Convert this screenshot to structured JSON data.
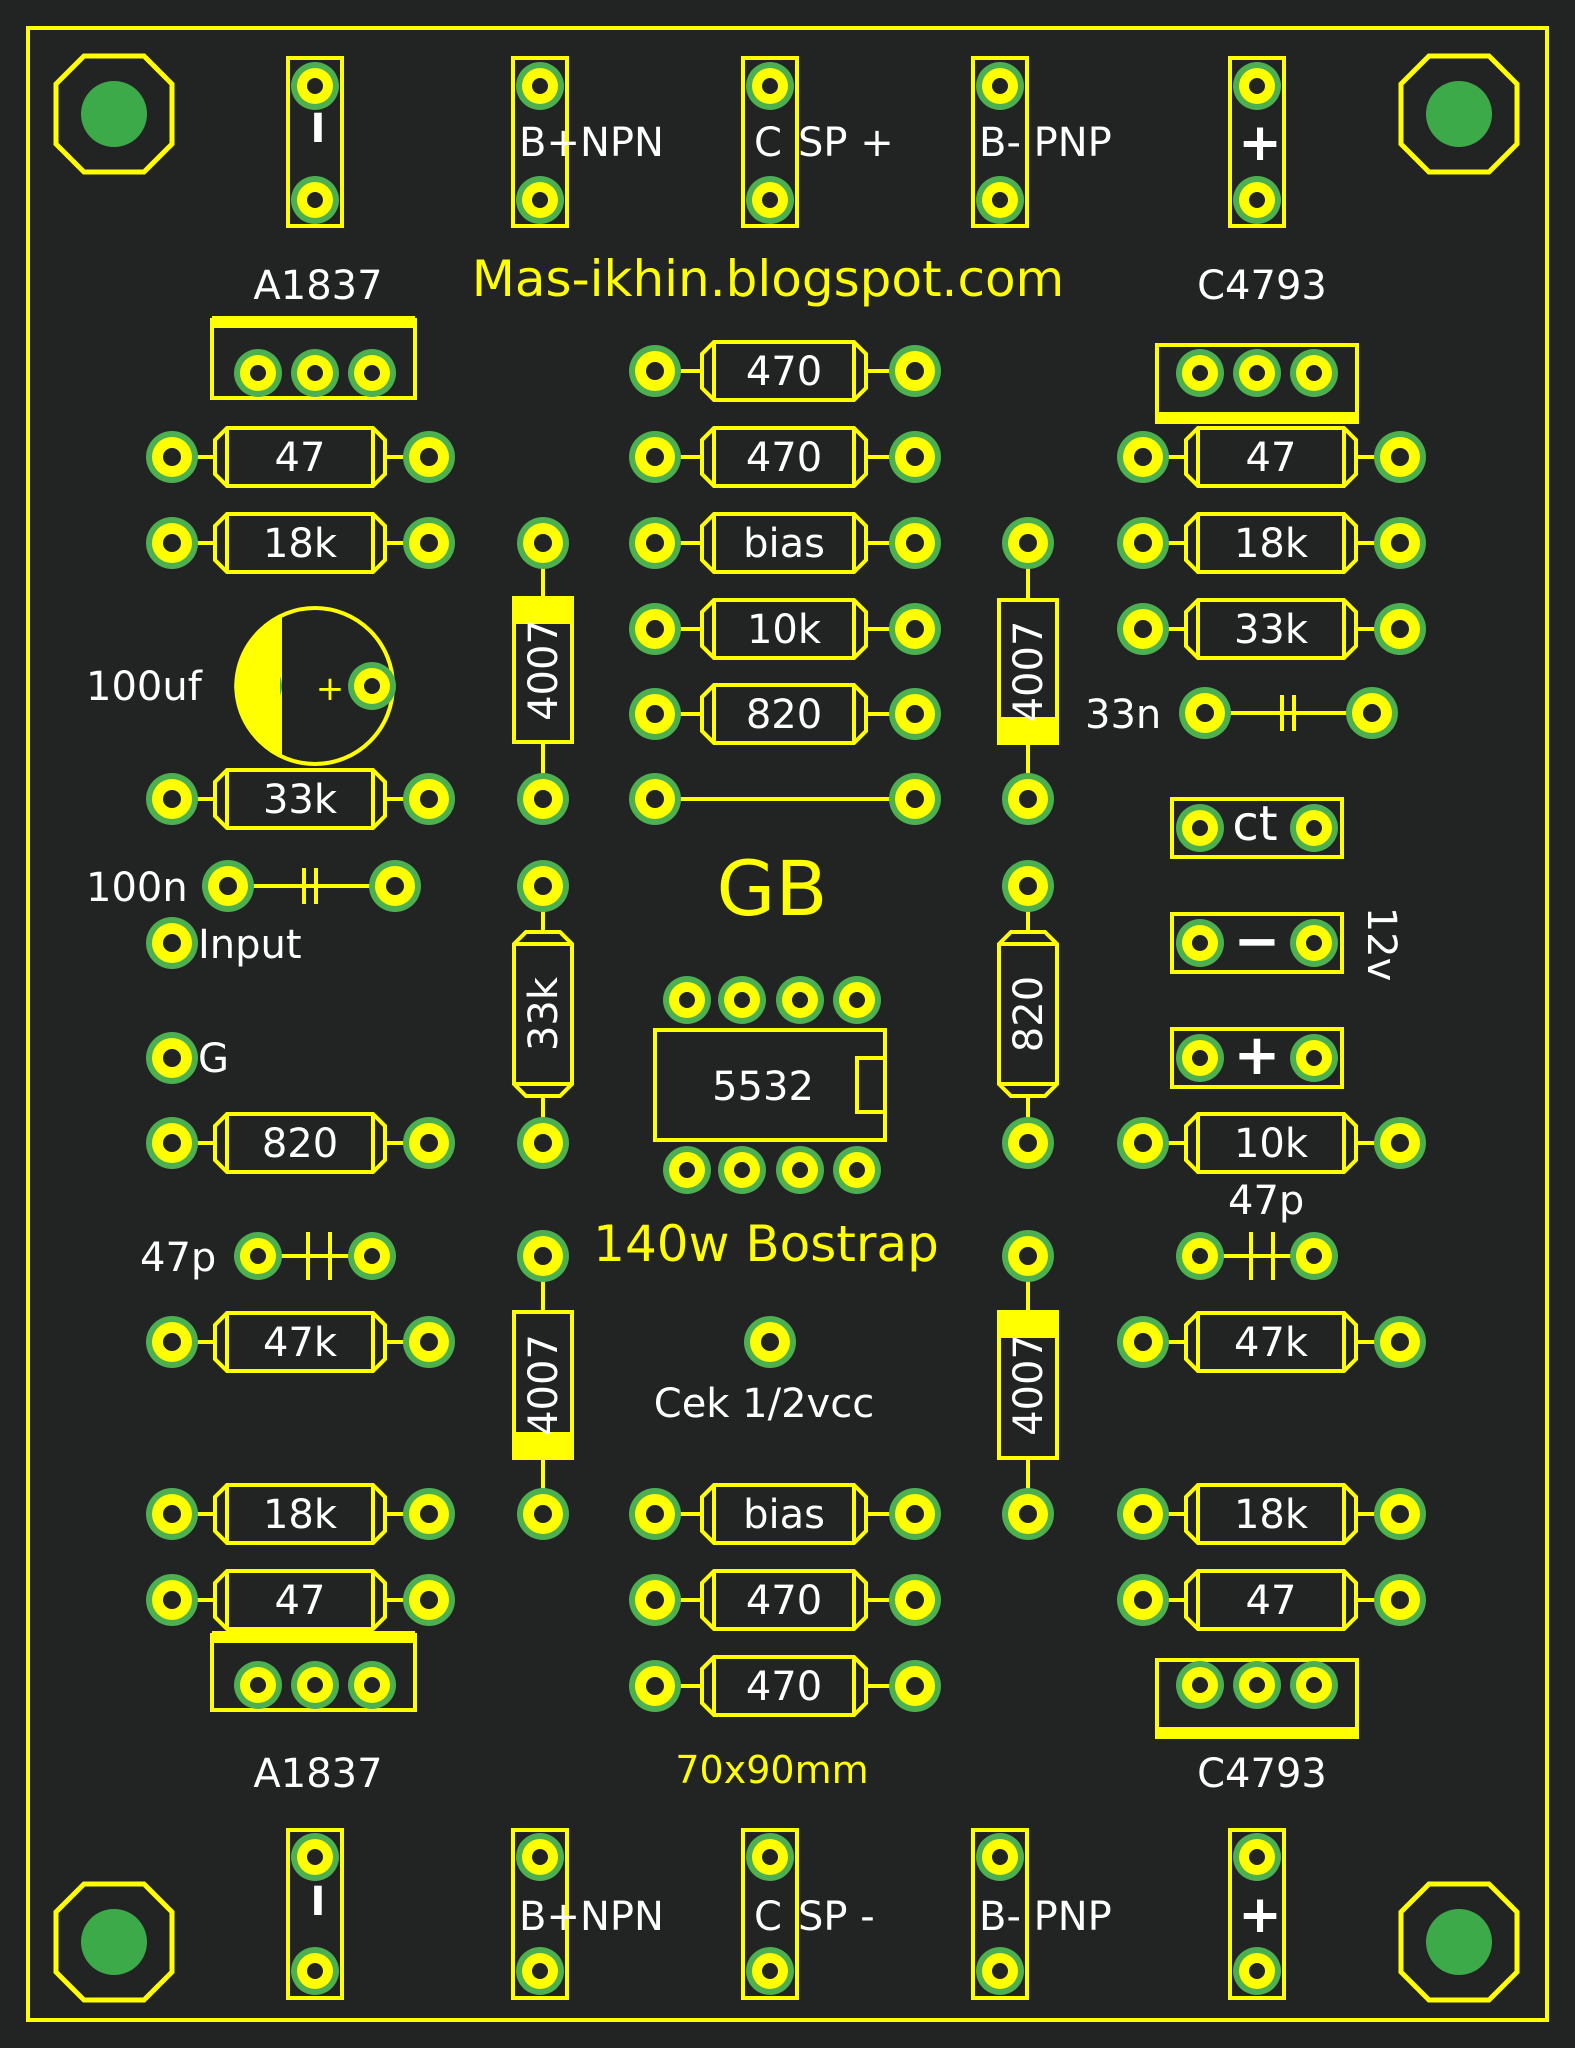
{
  "colors": {
    "background": "#222423",
    "silkscreen": "#FFFF00",
    "text_white": "#FFFFFF",
    "pad_ring": "#4CAF50",
    "pad_fill": "#FFFF00",
    "hole": "#222423",
    "mount_hole": "#3DAA4A"
  },
  "top_connectors": {
    "minus": "I",
    "b_npn": "B+NPN",
    "c": "C",
    "sp": "SP +",
    "b_pnp": "B- PNP",
    "plus": "+"
  },
  "bottom_connectors": {
    "minus": "I",
    "b_npn": "B+NPN",
    "c": "C",
    "sp": "SP -",
    "b_pnp": "B- PNP",
    "plus": "+"
  },
  "site": "Mas-ikhin.blogspot.com",
  "transistors": {
    "top_left": "A1837",
    "top_right": "C4793",
    "bottom_left": "A1837",
    "bottom_right": "C4793"
  },
  "left_resistors": {
    "r47_top": "47",
    "r18k_top": "18k",
    "r33k": "33k",
    "r820": "820",
    "r47k": "47k",
    "r18k_bottom": "18k",
    "r47_bottom": "47"
  },
  "center_resistors": {
    "r470_1": "470",
    "r470_2": "470",
    "bias_top": "bias",
    "r10k": "10k",
    "r820": "820",
    "bias_bottom": "bias",
    "r470_3": "470",
    "r470_4": "470"
  },
  "right_resistors": {
    "r47_top": "47",
    "r18k_top": "18k",
    "r33k": "33k",
    "r10k": "10k",
    "r47k": "47k",
    "r18k_bottom": "18k",
    "r47_bottom": "47"
  },
  "vertical_parts": {
    "diode_tl": "4007",
    "diode_tr": "4007",
    "diode_bl": "4007",
    "diode_br": "4007",
    "r33k": "33k",
    "r820": "820"
  },
  "capacitors": {
    "c100uf": "100uf",
    "c100uf_polarity": "+",
    "c100n": "100n",
    "c47p_left": "47p",
    "c33n": "33n",
    "c47p_right": "47p"
  },
  "labels": {
    "input": "Input",
    "ground": "G",
    "ct": "ct",
    "supply_minus": "−",
    "supply_plus": "+",
    "supply_voltage": "12v",
    "check_point": "Cek 1/2vcc",
    "board_size": "70x90mm"
  },
  "ic": {
    "part": "5532"
  },
  "title": {
    "initials": "GB",
    "name": "140w Bostrap"
  }
}
